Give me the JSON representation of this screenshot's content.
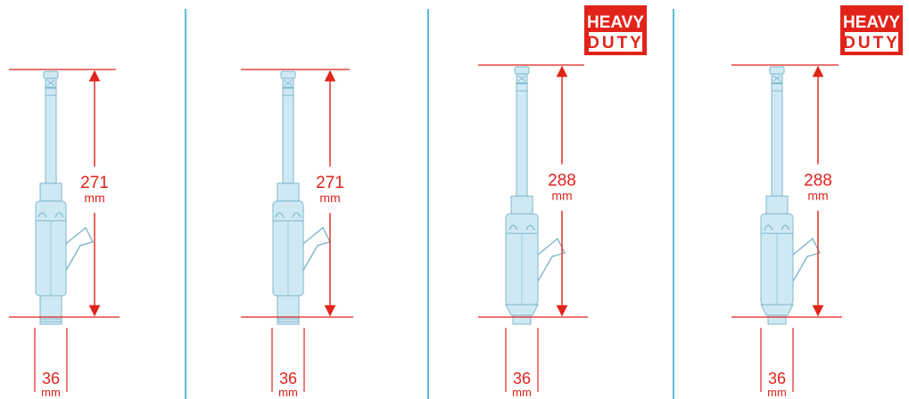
{
  "colors": {
    "dimension": "#e2231a",
    "divider": "#29a3c9",
    "tool_fill": "#cfe9f4",
    "tool_stroke": "#7fb6cc",
    "badge": "#e2231a"
  },
  "tools": [
    {
      "length_value": "271",
      "length_unit": "mm",
      "diameter_value": "36",
      "diameter_unit": "mm",
      "badge_top": "",
      "badge_bottom": ""
    },
    {
      "length_value": "271",
      "length_unit": "mm",
      "diameter_value": "36",
      "diameter_unit": "mm",
      "badge_top": "",
      "badge_bottom": ""
    },
    {
      "length_value": "288",
      "length_unit": "mm",
      "diameter_value": "36",
      "diameter_unit": "mm",
      "badge_top": "HEAVY",
      "badge_bottom": "DUTY"
    },
    {
      "length_value": "288",
      "length_unit": "mm",
      "diameter_value": "36",
      "diameter_unit": "mm",
      "badge_top": "HEAVY",
      "badge_bottom": "DUTY"
    }
  ]
}
